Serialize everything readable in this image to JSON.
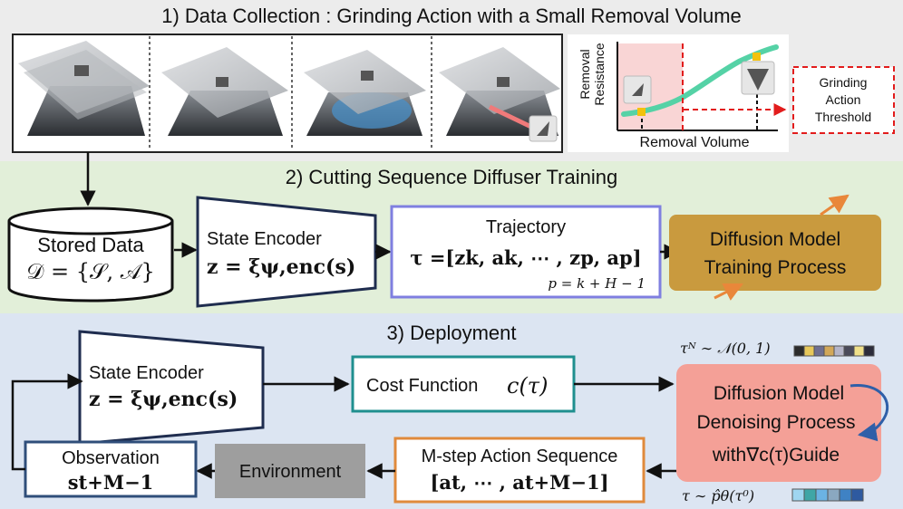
{
  "sections": {
    "s1_title": "1) Data Collection : Grinding Action with a Small Removal Volume",
    "s2_title": "2) Cutting Sequence Diffuser Training",
    "s3_title": "3) Deployment"
  },
  "plot": {
    "ylabel_line1": "Removal",
    "ylabel_line2": "Resistance",
    "xlabel": "Removal Volume",
    "threshold_line1": "Grinding",
    "threshold_line2": "Action",
    "threshold_line3": "Threshold"
  },
  "training": {
    "stored_label": "Stored Data",
    "stored_formula": "𝒟 = {𝒮, 𝒜}",
    "encoder_label": "State Encoder",
    "encoder_formula": "z = ξψ,enc(s)",
    "traj_label": "Trajectory",
    "traj_formula": "τ =[zk, ak, ⋯ , zp, ap]",
    "traj_sub": "p = k + H − 1",
    "diffusion_line1": "Diffusion Model",
    "diffusion_line2": "Training Process"
  },
  "deployment": {
    "encoder_label": "State Encoder",
    "encoder_formula": "z = ξψ,enc(s)",
    "cost_label": "Cost Function",
    "cost_formula": "c(τ)",
    "noise_label": "τᴺ ∼ 𝒩(0, 1)",
    "denoise_line1": "Diffusion Model",
    "denoise_line2": "Denoising Process",
    "denoise_line3": "with∇c(τ)Guide",
    "sample_label": "τ ∼ p̂θ(τ⁰)",
    "action_label": "M-step Action Sequence",
    "action_formula": "[at, ⋯ , at+M−1]",
    "env_label": "Environment",
    "obs_label": "Observation",
    "obs_formula": "st+M−1"
  },
  "colors": {
    "section1_bg": "#ececec",
    "section2_bg": "#e2efd9",
    "section3_bg": "#dce5f2",
    "trajectory_border": "#7f7fe0",
    "training_fill": "#c99a3e",
    "cost_border": "#1f8f8f",
    "denoise_fill": "#f4a097",
    "action_border": "#e08a3c",
    "env_fill": "#9e9e9e",
    "obs_border": "#2f4e7a",
    "threshold_red": "#e21c1c",
    "curve_green": "#55d2a6"
  }
}
